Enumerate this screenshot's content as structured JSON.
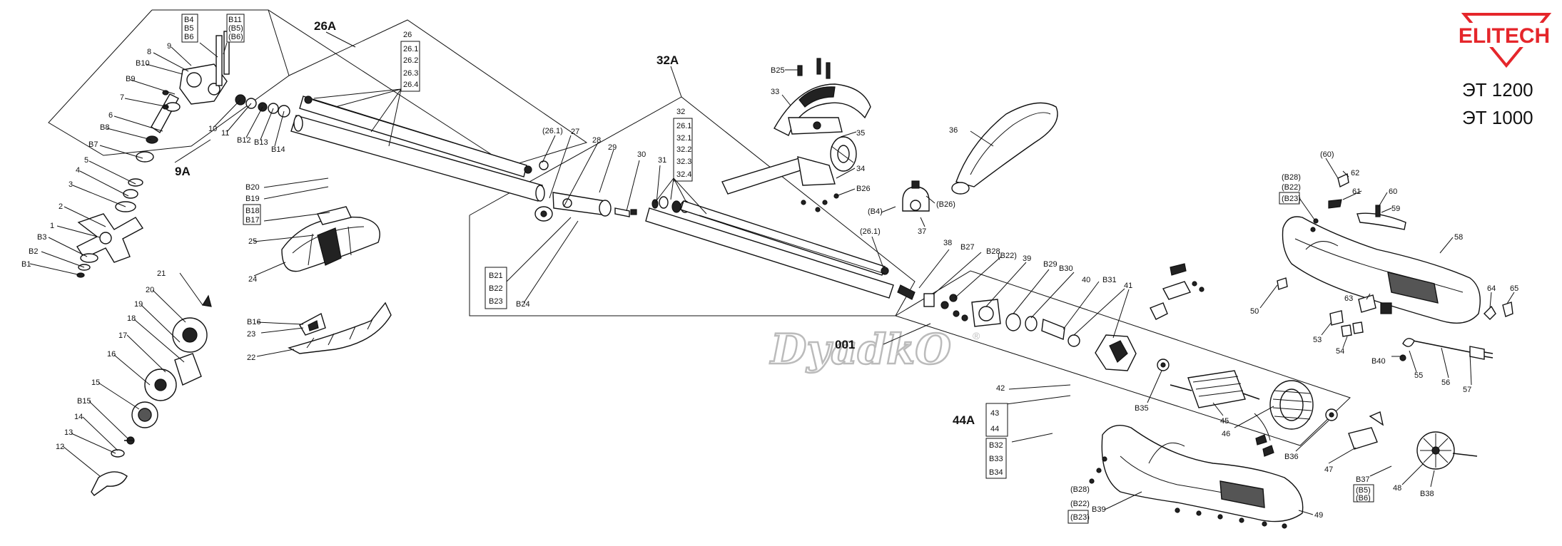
{
  "brand": {
    "name": "ELITECH",
    "color": "#e5262b",
    "models": [
      "ЭТ 1200",
      "ЭТ 1000"
    ]
  },
  "watermark": {
    "text": "DyadkO",
    "mark": "®"
  },
  "groups": {
    "g9A": "9A",
    "g26A": "26A",
    "g32A": "32A",
    "g44A": "44A",
    "g001": "001"
  },
  "stacks": {
    "b4": [
      "B4",
      "B5",
      "B6"
    ],
    "b11": [
      "B11",
      "(B5)",
      "(B6)"
    ],
    "p26": [
      "26",
      "26.1",
      "26.2",
      "26.3",
      "26.4"
    ],
    "p32": [
      "32",
      "26.1",
      "32.1",
      "32.2",
      "32.3",
      "32.4"
    ],
    "b21": [
      "B21",
      "B22",
      "B23"
    ],
    "p43": [
      "43",
      "44"
    ],
    "b32": [
      "B32",
      "B33",
      "B34"
    ],
    "b28": [
      "(B28)",
      "(B22)",
      "(B23)"
    ],
    "b28b": [
      "(B28)",
      "(B22)",
      "(B23)"
    ],
    "b37": [
      "B37",
      "(B5)",
      "(B6)"
    ],
    "b20": [
      "B20",
      "B19",
      "B18",
      "B17"
    ]
  },
  "labels": {
    "l1": "1",
    "l2": "2",
    "l3": "3",
    "l4": "4",
    "l5": "5",
    "l6": "6",
    "l7": "7",
    "l8": "8",
    "l9": "9",
    "l10": "10",
    "l11": "11",
    "l12": "12",
    "l13": "13",
    "l14": "14",
    "l15": "15",
    "l16": "16",
    "l17": "17",
    "l18": "18",
    "l19": "19",
    "l20": "20",
    "l21": "21",
    "l22": "22",
    "l23": "23",
    "l24": "24",
    "l25": "25",
    "l27": "27",
    "l28": "28",
    "l29": "29",
    "l30": "30",
    "l31": "31",
    "l33": "33",
    "l34": "34",
    "l35": "35",
    "l36": "36",
    "l37": "37",
    "l38": "38",
    "l39": "39",
    "l40": "40",
    "l41": "41",
    "l42": "42",
    "l45": "45",
    "l46": "46",
    "l47": "47",
    "l48": "48",
    "l49": "49",
    "l50": "50",
    "l53": "53",
    "l54": "54",
    "l55": "55",
    "l56": "56",
    "l57": "57",
    "l58": "58",
    "l59": "59",
    "l60": "60",
    "l61": "61",
    "l62": "62",
    "l63": "63",
    "l64": "64",
    "l65": "65",
    "l60p": "(60)",
    "l26_1a": "(26.1)",
    "l26_1b": "(26.1)",
    "lB1": "B1",
    "lB2": "B2",
    "lB3": "B3",
    "lB7": "B7",
    "lB8": "B8",
    "lB9": "B9",
    "lB10": "B10",
    "lB12": "B12",
    "lB13": "B13",
    "lB14": "B14",
    "lB15": "B15",
    "lB16": "B16",
    "lB24": "B24",
    "lB25": "B25",
    "lB26": "B26",
    "lB26p": "(B26)",
    "lB4p": "(B4)",
    "lB27": "B27",
    "lB28": "B28",
    "lB22p": "(B22)",
    "lB29": "B29",
    "lB30": "B30",
    "lB31": "B31",
    "lB35": "B35",
    "lB36": "B36",
    "lB38": "B38",
    "lB39": "B39",
    "lB40": "B40"
  }
}
